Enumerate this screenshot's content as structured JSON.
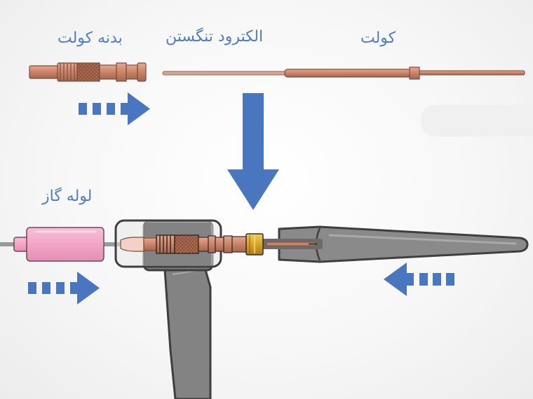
{
  "labels": {
    "collet_body": "بدنه کولت",
    "tungsten_electrode": "الکترود تنگستن",
    "collet": "کولت",
    "gas_nozzle": "لوله گاز"
  },
  "colors": {
    "label_blue": "#4f7fc1",
    "arrow_blue": "#4a76bf",
    "copper": "#c98468",
    "torch_gray": "#828282",
    "nozzle_pink": "#f2a6c6",
    "brass": "#d8a42a"
  },
  "icons": [
    "dashed-arrow-right-icon",
    "dashed-arrow-left-icon",
    "big-arrow-down-icon"
  ]
}
